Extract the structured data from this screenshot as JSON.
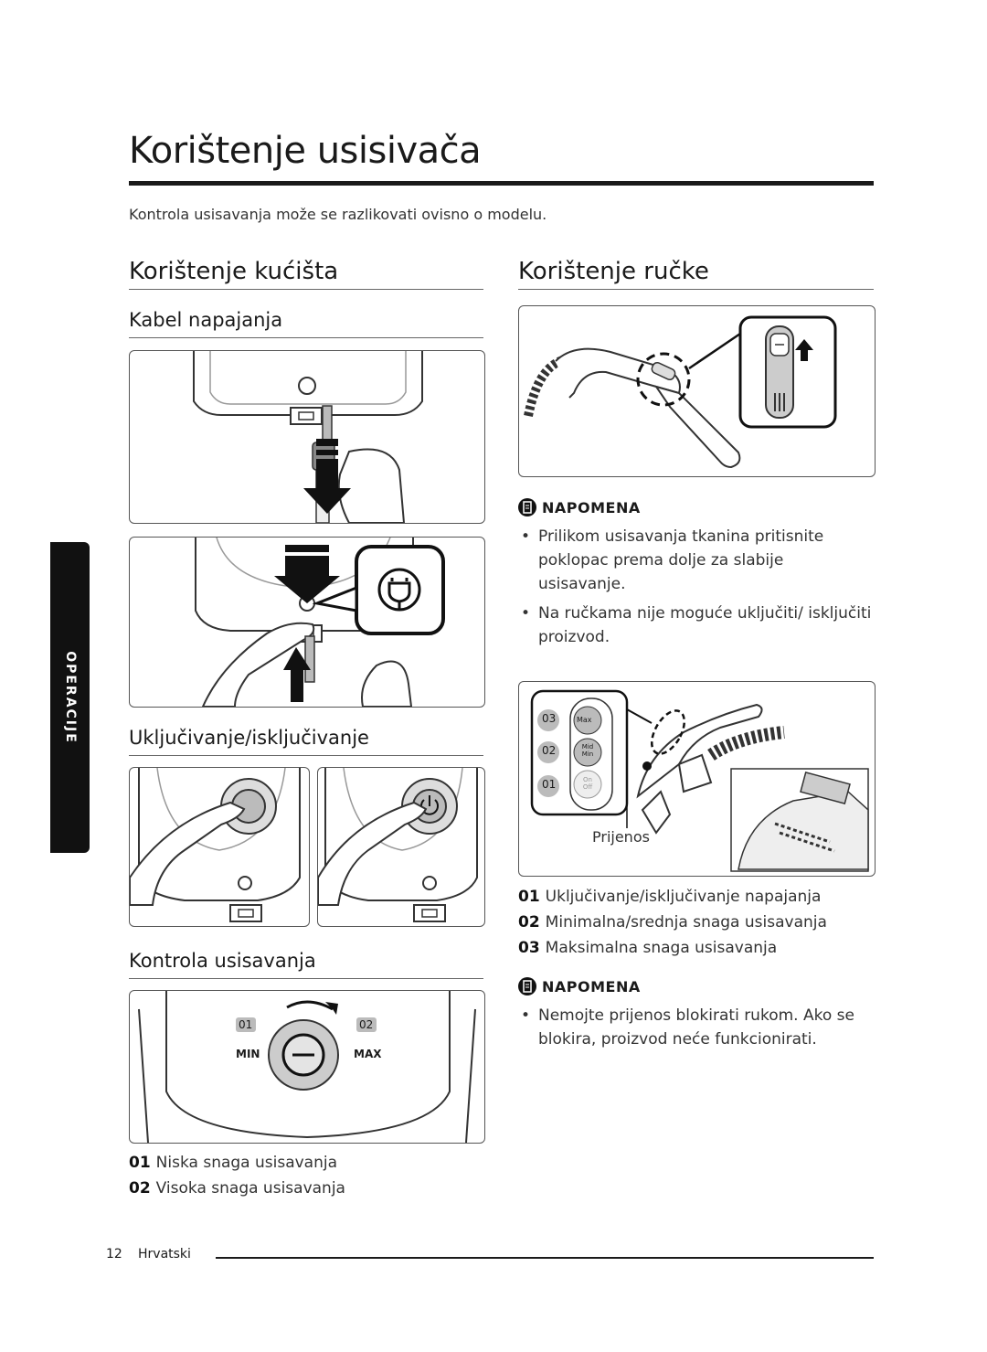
{
  "page": {
    "title": "Korištenje usisivača",
    "intro": "Kontrola usisavanja može se razlikovati ovisno o modelu.",
    "side_tab": "OPERACIJE",
    "footer": {
      "page_number": "12",
      "language": "Hrvatski"
    }
  },
  "left": {
    "heading": "Korištenje kućišta",
    "power_cord": {
      "heading": "Kabel napajanja"
    },
    "on_off": {
      "heading": "Uključivanje/isključivanje"
    },
    "suction": {
      "heading": "Kontrola usisavanja",
      "dial_labels": {
        "low_num": "01",
        "high_num": "02",
        "min": "MIN",
        "max": "MAX"
      },
      "legend": [
        {
          "num": "01",
          "text": "Niska snaga usisavanja"
        },
        {
          "num": "02",
          "text": "Visoka snaga usisavanja"
        }
      ]
    }
  },
  "right": {
    "heading": "Korištenje ručke",
    "note1": {
      "label": "NAPOMENA",
      "items": [
        "Prilikom usisavanja tkanina pritisnite poklopac prema dolje za slabije usisavanje.",
        "Na ručkama nije moguće uključiti/ isključiti proizvod."
      ]
    },
    "handle_figure": {
      "nums": [
        "03",
        "02",
        "01"
      ],
      "buttons": [
        "Max",
        "Mid Min",
        "On Off"
      ],
      "caption": "Prijenos"
    },
    "legend": [
      {
        "num": "01",
        "text": "Uključivanje/isključivanje napajanja"
      },
      {
        "num": "02",
        "text": "Minimalna/srednja snaga usisavanja"
      },
      {
        "num": "03",
        "text": "Maksimalna snaga usisavanja"
      }
    ],
    "note2": {
      "label": "NAPOMENA",
      "items": [
        "Nemojte prijenos blokirati rukom. Ako se blokira, proizvod neće funkcionirati."
      ]
    }
  }
}
